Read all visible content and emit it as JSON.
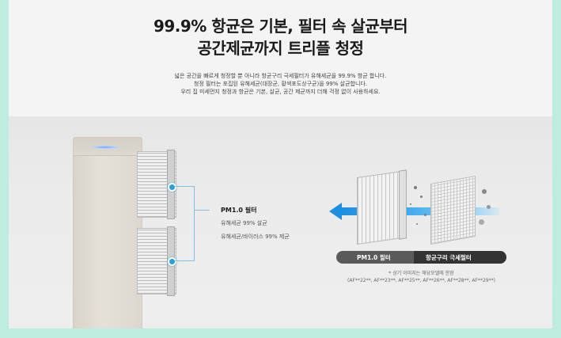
{
  "header": {
    "title_line1": "99.9% 항균은 기본, 필터 속 살균부터",
    "title_line2": "공간제균까지 트리플 청정"
  },
  "description": {
    "line1": "넓은 공간을 빠르게 청정할 뿐 아니라 항균구리 극세필터가 유해세균을 99.9% 항균 합니다.",
    "line2": "청정 필터는 포집된 유해세균(대장균, 황색포도상구균)을 99% 살균합니다.",
    "line3": "우리 집 미세먼지 청정과 항균은 기본, 살균, 공간 제균까지 더해 걱정 없이 사용하세요."
  },
  "filter_info": {
    "title": "PM1.0 필터",
    "line1": "유해세균 99% 살균",
    "line2": "유해세균/바이러스 99% 제균"
  },
  "legend": {
    "left_label": "PM1.0 필터",
    "right_label": "항균구리 극세필터"
  },
  "notes": {
    "line1": "* 상기 이미지는 해당모델에 한함",
    "line2": "(AF**22**, AF**23**, AF**25**, AF**26**, AF**28**, AF**29**)"
  },
  "colors": {
    "page_background": "#bfece0",
    "accent_blue": "#2aa0d8",
    "arrow_blue": "#1e8fe0"
  }
}
